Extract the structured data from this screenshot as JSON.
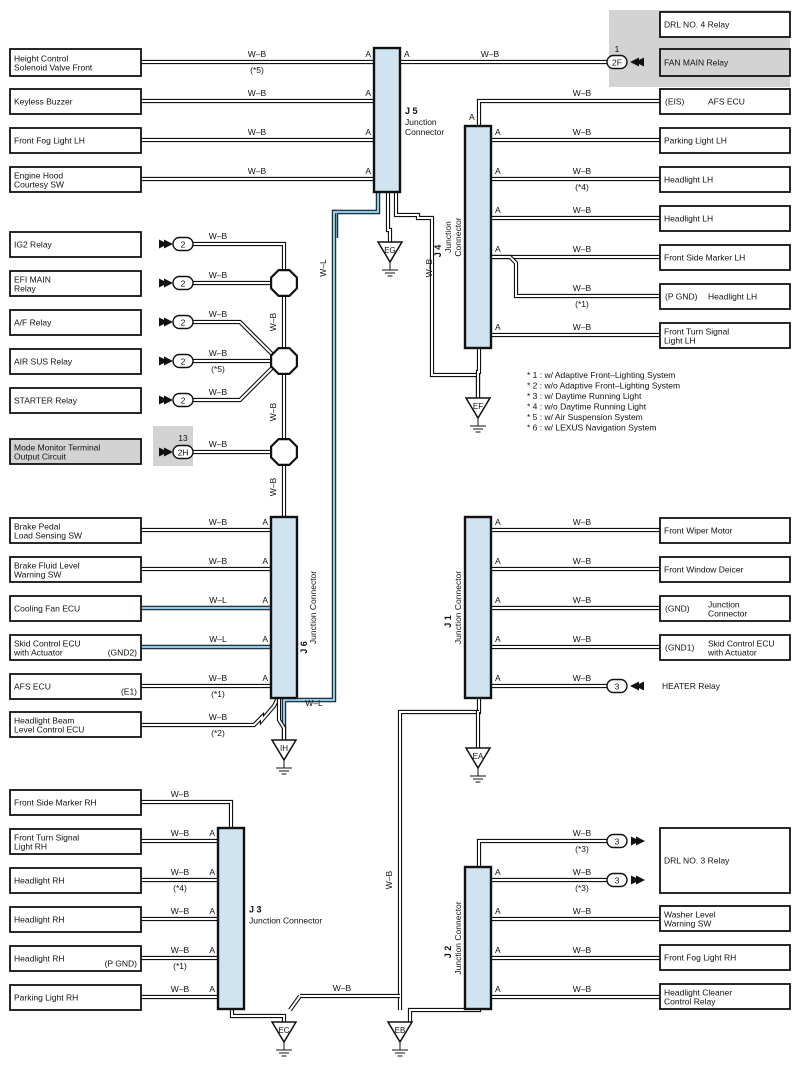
{
  "components": [
    {
      "id": "c1",
      "l1": "Height Control",
      "l2": "Solenoid Valve Front",
      "sub": ""
    },
    {
      "id": "c2",
      "l1": "Keyless Buzzer",
      "l2": "",
      "sub": ""
    },
    {
      "id": "c3",
      "l1": "Front Fog Light LH",
      "l2": "",
      "sub": ""
    },
    {
      "id": "c4",
      "l1": "Engine Hood",
      "l2": "Courtesy SW",
      "sub": ""
    },
    {
      "id": "c5",
      "l1": "IG2 Relay",
      "l2": "",
      "sub": ""
    },
    {
      "id": "c6",
      "l1": "EFI MAIN",
      "l2": "Relay",
      "sub": ""
    },
    {
      "id": "c7",
      "l1": "A/F Relay",
      "l2": "",
      "sub": ""
    },
    {
      "id": "c8",
      "l1": "AIR SUS Relay",
      "l2": "",
      "sub": ""
    },
    {
      "id": "c9",
      "l1": "STARTER Relay",
      "l2": "",
      "sub": ""
    },
    {
      "id": "c10",
      "l1": "Mode Monitor Terminal",
      "l2": "Output Circuit",
      "sub": ""
    },
    {
      "id": "c11",
      "l1": "Brake Pedal",
      "l2": "Load Sensing SW",
      "sub": ""
    },
    {
      "id": "c12",
      "l1": "Brake Fluid Level",
      "l2": "Warning SW",
      "sub": ""
    },
    {
      "id": "c13",
      "l1": "Cooling Fan ECU",
      "l2": "",
      "sub": ""
    },
    {
      "id": "c14",
      "l1": "Skid Control ECU",
      "l2": "with Actuator",
      "sub": "(GND2)"
    },
    {
      "id": "c15",
      "l1": "AFS ECU",
      "l2": "",
      "sub": "(E1)"
    },
    {
      "id": "c16",
      "l1": "Headlight Beam",
      "l2": "Level Control ECU",
      "sub": ""
    },
    {
      "id": "c17",
      "l1": "Front Side Marker RH",
      "l2": "",
      "sub": ""
    },
    {
      "id": "c18",
      "l1": "Front Turn Signal",
      "l2": "Light RH",
      "sub": ""
    },
    {
      "id": "c19",
      "l1": "Headlight RH",
      "l2": "",
      "sub": ""
    },
    {
      "id": "c20",
      "l1": "Headlight RH",
      "l2": "",
      "sub": ""
    },
    {
      "id": "c21",
      "l1": "Headlight RH",
      "l2": "",
      "sub": "(P GND)"
    },
    {
      "id": "c22",
      "l1": "Parking Light RH",
      "l2": "",
      "sub": ""
    },
    {
      "id": "c23",
      "l1": "DRL NO. 4 Relay",
      "l2": "",
      "sub": ""
    },
    {
      "id": "c24",
      "l1": "FAN MAIN Relay",
      "l2": "",
      "sub": ""
    },
    {
      "id": "c25",
      "l1": "AFS ECU",
      "l2": "",
      "sub": "(EIS)"
    },
    {
      "id": "c26",
      "l1": "Parking Light LH",
      "l2": "",
      "sub": ""
    },
    {
      "id": "c27",
      "l1": "Headlight LH",
      "l2": "",
      "sub": ""
    },
    {
      "id": "c28",
      "l1": "Headlight LH",
      "l2": "",
      "sub": ""
    },
    {
      "id": "c29",
      "l1": "Front Side Marker LH",
      "l2": "",
      "sub": ""
    },
    {
      "id": "c30",
      "l1": "Headlight LH",
      "l2": "",
      "sub": "(P GND)"
    },
    {
      "id": "c31",
      "l1": "Front Turn Signal",
      "l2": "Light LH",
      "sub": ""
    },
    {
      "id": "c32",
      "l1": "Front Wiper Motor",
      "l2": "",
      "sub": ""
    },
    {
      "id": "c33",
      "l1": "Front Window Deicer",
      "l2": "",
      "sub": ""
    },
    {
      "id": "c34",
      "l1": "Junction",
      "l2": "Connector",
      "sub": "(GND)"
    },
    {
      "id": "c35",
      "l1": "Skid Control ECU",
      "l2": "with Actuator",
      "sub": "(GND1)"
    },
    {
      "id": "c36",
      "l1": "HEATER Relay",
      "l2": "",
      "sub": ""
    },
    {
      "id": "c37",
      "l1": "DRL NO. 3 Relay",
      "l2": "",
      "sub": ""
    },
    {
      "id": "c38",
      "l1": "Washer Level",
      "l2": "Warning SW",
      "sub": ""
    },
    {
      "id": "c39",
      "l1": "Front Fog Light RH",
      "l2": "",
      "sub": ""
    },
    {
      "id": "c40",
      "l1": "Headlight Cleaner",
      "l2": "Control Relay",
      "sub": ""
    }
  ],
  "connectors": [
    {
      "id": "J5",
      "code": "J 5",
      "label": "Junction\nConnector"
    },
    {
      "id": "J4",
      "code": "J 4",
      "label": "Junction\nConnector"
    },
    {
      "id": "J6",
      "code": "J 6",
      "label": "Junction Connector"
    },
    {
      "id": "J1",
      "code": "J 1",
      "label": "Junction Connector"
    },
    {
      "id": "J3",
      "code": "J 3",
      "label": "Junction Connector"
    },
    {
      "id": "J2",
      "code": "J 2",
      "label": "Junction Connector"
    }
  ],
  "grounds": [
    "EG",
    "EF",
    "IH",
    "EA",
    "EC",
    "EB"
  ],
  "plugs": {
    "two": "2",
    "two_f": "2F",
    "two_h": "2H",
    "three": "3",
    "pin_one": "1",
    "pin_thirteen": "13"
  },
  "wire_wb": "W–B",
  "wire_wl": "W–L",
  "terminal_a": "A",
  "marks": {
    "m1": "(*1)",
    "m2": "(*2)",
    "m3": "(*3)",
    "m4": "(*4)",
    "m5": "(*5)"
  },
  "notes": [
    "* 1 : w/ Adaptive Front–Lighting System",
    "* 2 : w/o Adaptive Front–Lighting System",
    "* 3 : w/ Daytime Running Light",
    "* 4 : w/o Daytime Running Light",
    "* 5 : w/ Air Suspension System",
    "* 6 : w/ LEXUS Navigation System"
  ],
  "colors": {
    "connector_fill": "#cfe3f0",
    "connector_border": "#111111",
    "wire_blue": "#4fa8d8",
    "shaded": "#d3d3d3"
  }
}
